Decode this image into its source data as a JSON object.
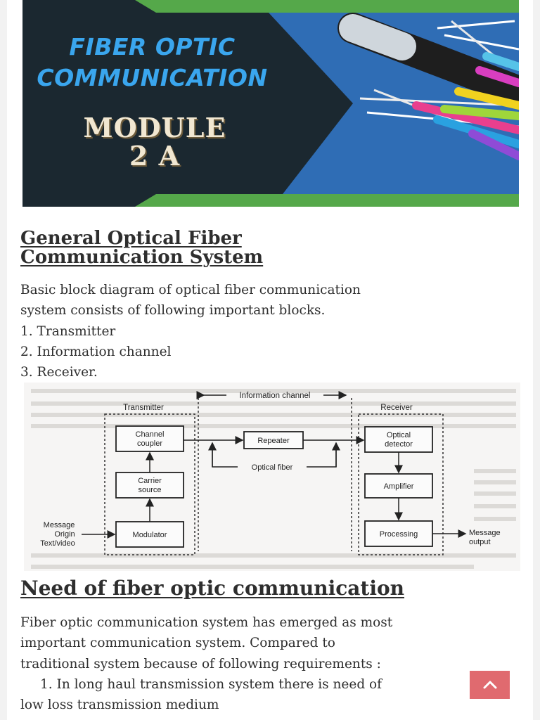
{
  "banner": {
    "title_line1": "FIBER OPTIC",
    "title_line2": "COMMUNICATION",
    "module_line1": "MODULE",
    "module_line2": "2 A",
    "colors": {
      "dark": "#1b2830",
      "blue": "#2f6db5",
      "green": "#55a84a",
      "title": "#3aa6ee",
      "module": "#f1e7d1"
    }
  },
  "section1": {
    "heading_line1": "General Optical Fiber",
    "heading_line2": "Communication System",
    "intro_line1": "Basic block diagram of optical fiber communication",
    "intro_line2": "system consists of following important blocks.",
    "items": [
      "1. Transmitter",
      "2. Information channel",
      "3. Receiver."
    ]
  },
  "diagram": {
    "info_channel": "Information channel",
    "transmitter": "Transmitter",
    "receiver": "Receiver",
    "channel_coupler_1": "Channel",
    "channel_coupler_2": "coupler",
    "repeater": "Repeater",
    "optical_detector_1": "Optical",
    "optical_detector_2": "detector",
    "optical_fiber": "Optical fiber",
    "carrier_source_1": "Carrier",
    "carrier_source_2": "source",
    "amplifier": "Amplifier",
    "message_origin_1": "Message",
    "message_origin_2": "Origin",
    "message_origin_3": "Text/video",
    "modulator": "Modulator",
    "processing": "Processing",
    "message_output_1": "Message",
    "message_output_2": "output"
  },
  "section2": {
    "heading": "Need of fiber optic communication",
    "line1": "Fiber optic communication system has emerged as most",
    "line2": "important communication system. Compared to",
    "line3": "traditional system because of following requirements :",
    "item1_line1": "1. In long haul transmission system there is need of",
    "item1_line2": "low loss transmission medium"
  },
  "scroll_top": {
    "icon": "chevron-up-icon",
    "color": "#e06a6f"
  }
}
